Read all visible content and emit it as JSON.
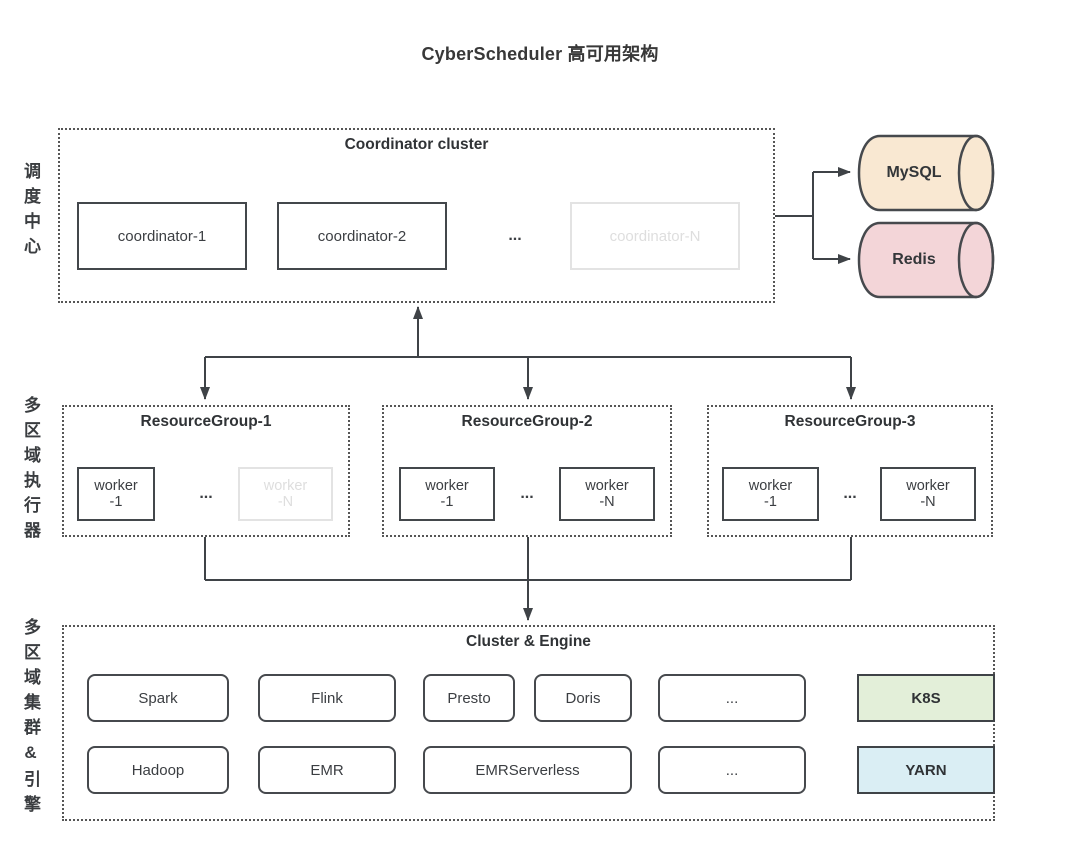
{
  "title": "CyberScheduler 高可用架构",
  "side_labels": {
    "scheduling": "调度中心",
    "executors": "多区域执行器",
    "clusters": "多区域集群&引擎"
  },
  "coordinator": {
    "title": "Coordinator cluster",
    "ellipsis": "...",
    "nodes": [
      {
        "label": "coordinator-1",
        "faded": false
      },
      {
        "label": "coordinator-2",
        "faded": false
      },
      {
        "label": "coordinator-N",
        "faded": true
      }
    ]
  },
  "databases": [
    {
      "label": "MySQL",
      "fill": "#f9e8d2"
    },
    {
      "label": "Redis",
      "fill": "#f3d5d8"
    }
  ],
  "resource_groups": [
    {
      "title": "ResourceGroup-1",
      "ellipsis": "...",
      "workers": [
        {
          "line1": "worker",
          "line2": "-1",
          "faded": false
        },
        {
          "line1": "worker",
          "line2": "-N",
          "faded": true
        }
      ]
    },
    {
      "title": "ResourceGroup-2",
      "ellipsis": "...",
      "workers": [
        {
          "line1": "worker",
          "line2": "-1",
          "faded": false
        },
        {
          "line1": "worker",
          "line2": "-N",
          "faded": false
        }
      ]
    },
    {
      "title": "ResourceGroup-3",
      "ellipsis": "...",
      "workers": [
        {
          "line1": "worker",
          "line2": "-1",
          "faded": false
        },
        {
          "line1": "worker",
          "line2": "-N",
          "faded": false
        }
      ]
    }
  ],
  "cluster_engine": {
    "title": "Cluster & Engine",
    "row1": [
      {
        "label": "Spark"
      },
      {
        "label": "Flink"
      },
      {
        "label": "Presto"
      },
      {
        "label": "Doris"
      },
      {
        "label": "..."
      }
    ],
    "row1_platform": {
      "label": "K8S",
      "fill": "#e3efd9"
    },
    "row2": [
      {
        "label": "Hadoop"
      },
      {
        "label": "EMR"
      },
      {
        "label": "EMRServerless"
      },
      {
        "label": "..."
      }
    ],
    "row2_platform": {
      "label": "YARN",
      "fill": "#daeef4"
    }
  },
  "colors": {
    "line": "#3f4347",
    "text": "#3b3e42",
    "faded": "#dedede"
  }
}
